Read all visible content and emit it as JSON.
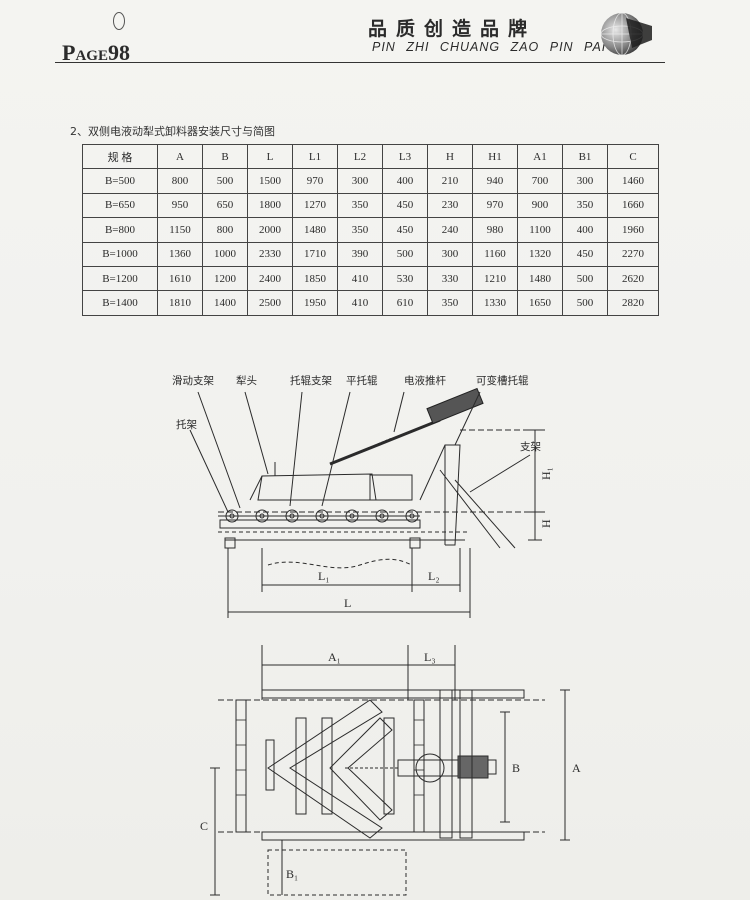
{
  "header": {
    "page_label": "PAGE98",
    "page_label_prefix": "P",
    "page_label_rest": "AGE",
    "page_number": "98",
    "brand_cn": "品质创造品牌",
    "brand_pinyin": "PIN ZHI  CHUANG ZAO  PIN PAI"
  },
  "section_title": "2、双侧电液动犁式卸料器安装尺寸与简图",
  "table": {
    "headers": [
      "规  格",
      "A",
      "B",
      "L",
      "L1",
      "L2",
      "L3",
      "H",
      "H1",
      "A1",
      "B1",
      "C"
    ],
    "rows": [
      [
        "B=500",
        "800",
        "500",
        "1500",
        "970",
        "300",
        "400",
        "210",
        "940",
        "700",
        "300",
        "1460"
      ],
      [
        "B=650",
        "950",
        "650",
        "1800",
        "1270",
        "350",
        "450",
        "230",
        "970",
        "900",
        "350",
        "1660"
      ],
      [
        "B=800",
        "1150",
        "800",
        "2000",
        "1480",
        "350",
        "450",
        "240",
        "980",
        "1100",
        "400",
        "1960"
      ],
      [
        "B=1000",
        "1360",
        "1000",
        "2330",
        "1710",
        "390",
        "500",
        "300",
        "1160",
        "1320",
        "450",
        "2270"
      ],
      [
        "B=1200",
        "1610",
        "1200",
        "2400",
        "1850",
        "410",
        "530",
        "330",
        "1210",
        "1480",
        "500",
        "2620"
      ],
      [
        "B=1400",
        "1810",
        "1400",
        "2500",
        "1950",
        "410",
        "610",
        "350",
        "1330",
        "1650",
        "500",
        "2820"
      ]
    ]
  },
  "diagram": {
    "labels": {
      "sliding_frame": "滑动支架",
      "plow_head": "犁头",
      "idler_frame": "托辊支架",
      "flat_idler": "平托辊",
      "electro_hydraulic_rod": "电液推杆",
      "variable_trough_idler": "可变槽托辊",
      "bracket": "托架",
      "support": "支架"
    },
    "dims": {
      "H1": "H₁",
      "H": "H",
      "L1": "L₁",
      "L2": "L₂",
      "L": "L",
      "A1": "A₁",
      "L3": "L₃",
      "B": "B",
      "A": "A",
      "C": "C",
      "B1": "B₁"
    }
  }
}
